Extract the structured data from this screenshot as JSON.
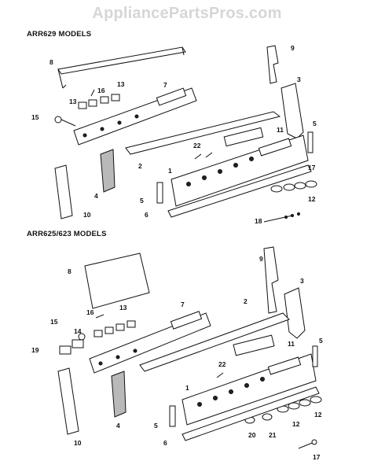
{
  "watermark": "AppliancePartsPros.com",
  "sections": {
    "top": {
      "title": "ARR629 MODELS"
    },
    "bottom": {
      "title": "ARR625/623 MODELS"
    }
  },
  "callouts": {
    "top": [
      "8",
      "9",
      "16",
      "13",
      "13",
      "7",
      "3",
      "15",
      "11",
      "5",
      "2",
      "22",
      "1",
      "17",
      "4",
      "5",
      "12",
      "6",
      "10",
      "18"
    ],
    "bottom": [
      "8",
      "9",
      "3",
      "7",
      "2",
      "13",
      "16",
      "15",
      "14",
      "11",
      "19",
      "22",
      "1",
      "5",
      "4",
      "12",
      "6",
      "20",
      "21",
      "17",
      "10",
      "5",
      "12"
    ]
  }
}
